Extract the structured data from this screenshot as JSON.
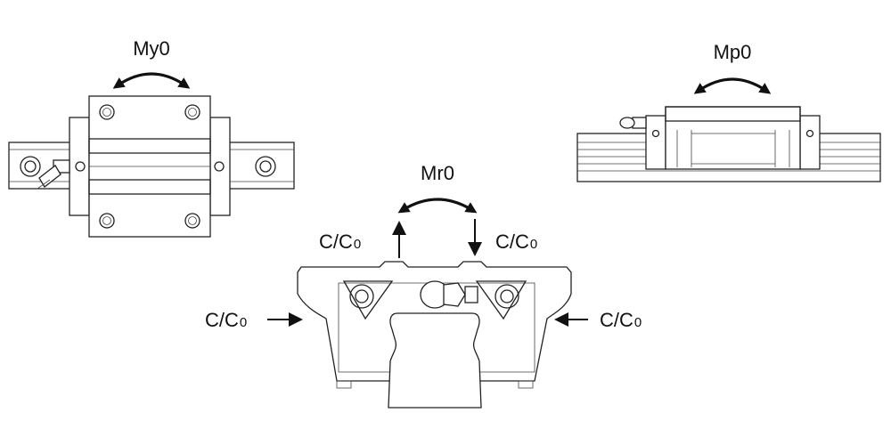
{
  "labels": {
    "yaw": "My0",
    "pitch": "Mp0",
    "roll": "Mr0",
    "load_base": "C/C",
    "load_sub": "0"
  },
  "colors": {
    "line": "#222222",
    "arrow": "#111111",
    "background": "#ffffff"
  },
  "icons": {
    "yaw_moment": "curved-double-arrow-icon",
    "pitch_moment": "curved-double-arrow-icon",
    "roll_moment": "curved-double-arrow-icon",
    "load_arrow": "straight-arrow-icon"
  }
}
